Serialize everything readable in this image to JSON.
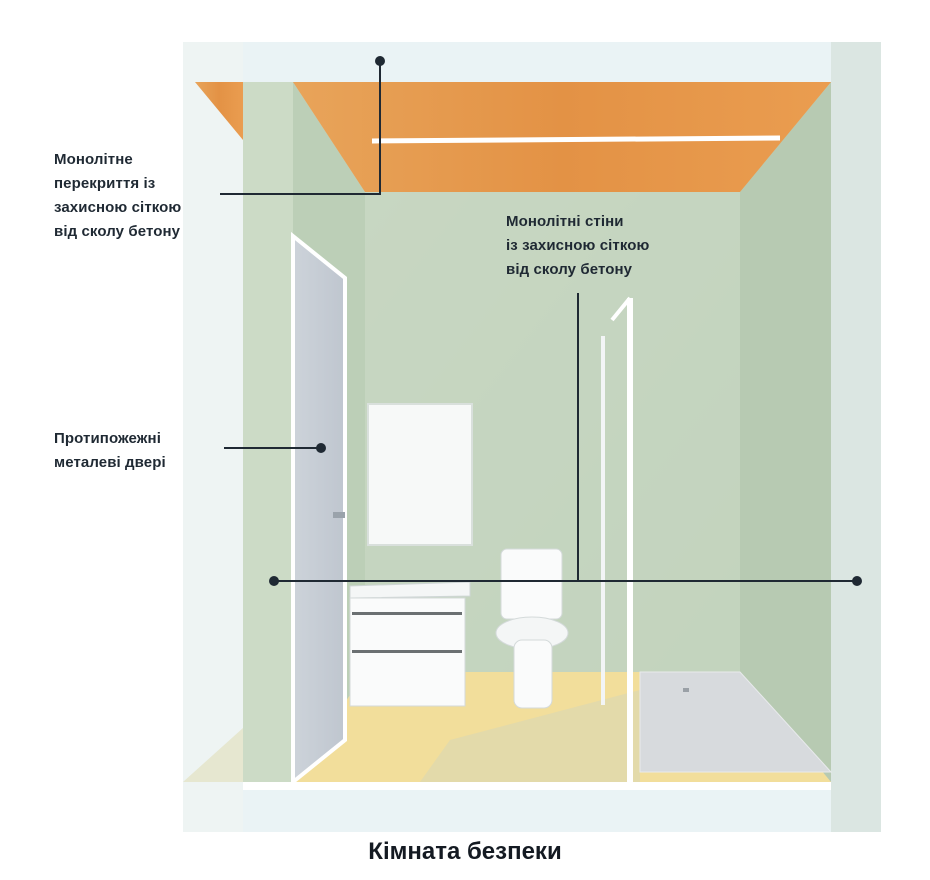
{
  "callouts": {
    "ceiling": "Монолітне\nперекриття із\nзахисною сіткою\nвід сколу бетону",
    "walls": "Монолітні стіни\nіз захисною сіткою\nвід сколу бетону",
    "door": "Протипожежні\nметалеві двері"
  },
  "caption": "Кімната безпеки",
  "colors": {
    "wall": "#c9d8c4",
    "ceiling": "#e39a4e",
    "floor": "#f2de9b",
    "door": "#c9cfd6",
    "line": "#1f2933"
  }
}
